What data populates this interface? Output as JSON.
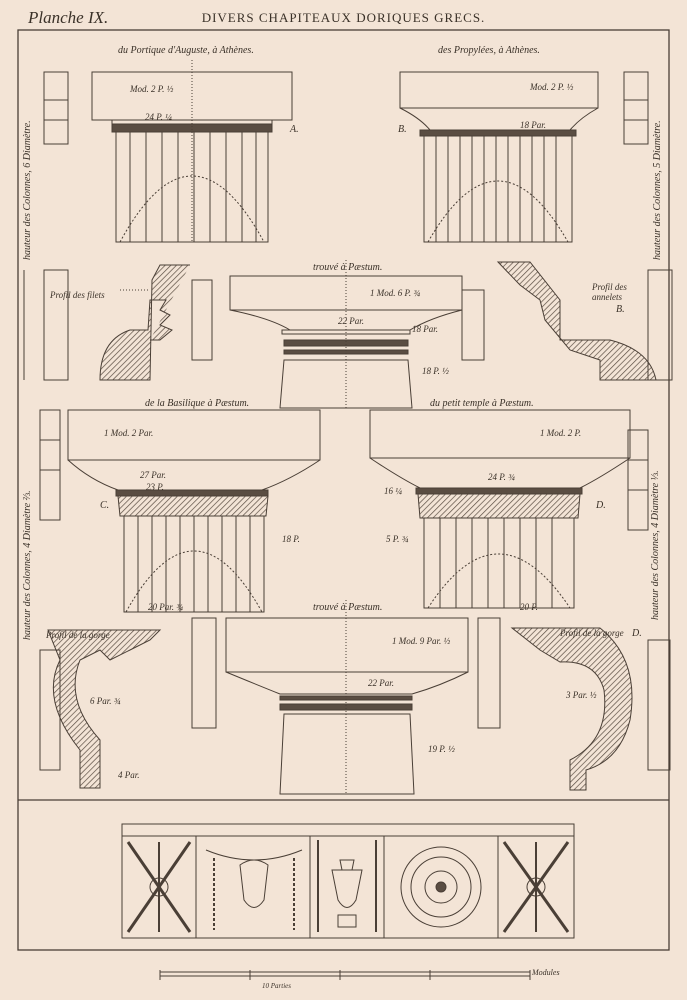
{
  "plate": {
    "number_label": "Planche IX.",
    "title": "DIVERS CHAPITEAUX DORIQUES GRECS."
  },
  "captions": {
    "a": "du Portique d'Auguste, à Athènes.",
    "b": "des Propylées, à Athènes.",
    "paestum_1": "trouvé à Pæstum.",
    "c": "de la Basilique à Pæstum.",
    "d": "du petit temple à Pæstum.",
    "paestum_2": "trouvé à Pæstum."
  },
  "side_notes": {
    "top_left": "hauteur des Colonnes, 6 Diamètre.",
    "top_right": "hauteur des Colonnes, 5 Diamètre.",
    "bottom_left": "hauteur des Colonnes, 4 Diamètre ⅔.",
    "bottom_right": "hauteur des Colonnes, 4 Diamètre ⅓."
  },
  "profile_labels": {
    "filets": "Profil des filets",
    "annelets": "Profil des annelets",
    "gorge_left": "Profil de la gorge",
    "gorge_right": "Profil de la gorge"
  },
  "letters": {
    "a": "A.",
    "b": "B.",
    "b2": "B.",
    "c": "C.",
    "d": "D.",
    "d2": "D."
  },
  "dimensions": {
    "a_mod": "Mod. 2 P. ½",
    "a_width": "24 P. ¼",
    "b_mod": "Mod. 2 P. ½",
    "b_width": "18 Par.",
    "p1_mod": "1 Mod. 6 P. ¾",
    "p1_a": "22 Par.",
    "p1_b": "18 Par.",
    "p1_c": "18 P. ½",
    "c_mod": "1 Mod. 2 Par.",
    "c_a": "27 Par.",
    "c_b": "23 P.",
    "c_c": "18 P.",
    "c_base": "20 Par. ¾",
    "d_mod": "1 Mod. 2 P.",
    "d_a": "24 P. ¾",
    "d_b": "16 ¼",
    "d_c": "5 P. ¾",
    "d_base": "20 P.",
    "p2_mod": "1 Mod. 9 Par. ½",
    "p2_a": "22 Par.",
    "p2_b": "19 P. ½",
    "gl_a": "6 Par. ¾",
    "gl_b": "4 Par.",
    "gr_a": "3 Par. ½"
  },
  "scale": {
    "label1": "10 Parties",
    "label2": "Modules"
  }
}
